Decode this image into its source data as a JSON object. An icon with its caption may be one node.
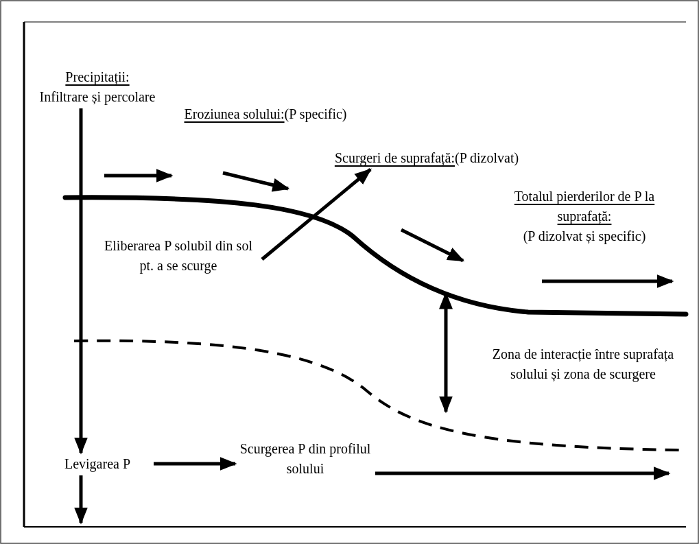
{
  "diagram": {
    "nodes": [
      {
        "text": [
          "Precipitații:",
          "Infiltrare și percolare"
        ]
      },
      {
        "text": [
          "Eroziunea solului:",
          "(P specific)"
        ]
      },
      {
        "text": [
          "Scurgeri de suprafață:",
          "(P dizolvat)"
        ]
      },
      {
        "text": [
          "Totalul pierderilor de P la suprafață:",
          "(P dizolvat și specific)"
        ]
      },
      {
        "text": [
          "Eliberarea P solubil din sol pt. a se scurge"
        ]
      },
      {
        "text": [
          "Zona de interacție între suprafața solului și zona de scurgere"
        ]
      },
      {
        "text": [
          "Levigarea P"
        ]
      },
      {
        "text": [
          "Scurgerea P din profilul solului"
        ]
      }
    ],
    "edges": [
      {
        "from": 0,
        "to": 6,
        "arrow": "to"
      },
      {
        "from": 4,
        "to": 2,
        "arrow": "to"
      },
      {
        "from": 6,
        "to": 7,
        "arrow": "to"
      },
      {
        "from": 7,
        "to": null,
        "arrow": "to"
      },
      {
        "from": 6,
        "to": null,
        "arrow": "to"
      }
    ]
  }
}
